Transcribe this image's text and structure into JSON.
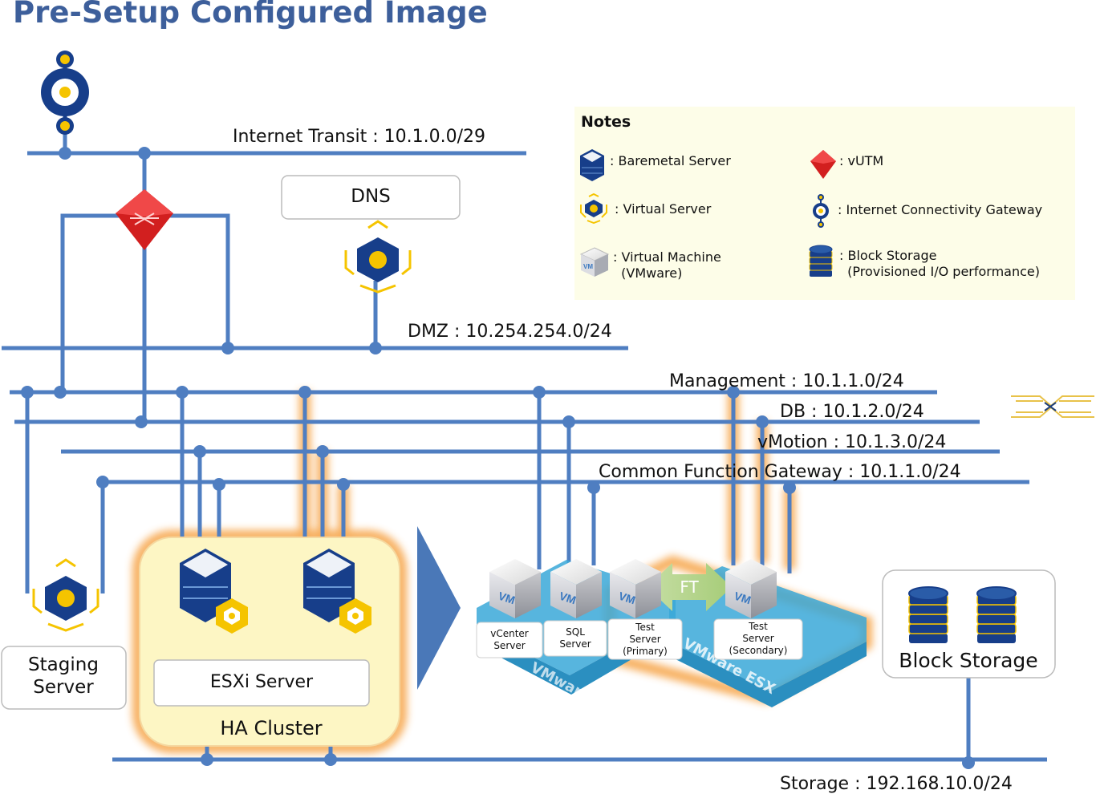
{
  "title": "Pre-Setup Configured Image",
  "networks": {
    "internet_transit": "Internet Transit : 10.1.0.0/29",
    "dmz": "DMZ : 10.254.254.0/24",
    "management": "Management : 10.1.1.0/24",
    "db": "DB : 10.1.2.0/24",
    "vmotion": "vMotion : 10.1.3.0/24",
    "common_function_gateway": "Common Function Gateway : 10.1.1.0/24",
    "storage": "Storage : 192.168.10.0/24"
  },
  "nodes": {
    "dns": "DNS",
    "staging_server": [
      "Staging",
      "Server"
    ],
    "esxi_server": "ESXi Server",
    "ha_cluster": "HA Cluster",
    "block_storage": "Block Storage",
    "ft": "FT",
    "vm_badge": "VM",
    "vmware_esx": "VMware ESX"
  },
  "vms": {
    "vcenter": [
      "vCenter",
      "Server"
    ],
    "sql": [
      "SQL",
      "Server"
    ],
    "test_primary": [
      "Test",
      "Server",
      "(Primary)"
    ],
    "test_secondary": [
      "Test",
      "Server",
      "(Secondary)"
    ]
  },
  "notes": {
    "heading": "Notes",
    "baremetal": ": Baremetal Server",
    "vutm": ": vUTM",
    "virtual_server": ": Virtual Server",
    "icg": ": Internet Connectivity Gateway",
    "virtual_machine": ": Virtual Machine\n  (VMware)",
    "block_storage": ": Block Storage\n  (Provisioned I/O performance)"
  },
  "colors": {
    "network_line": "#4f7ec1",
    "title": "#3d5f9b",
    "vutm": "#e02020",
    "gateway": "#173e8a",
    "accent_yellow": "#f5c400",
    "esx_blue": "#3aa8d8",
    "cluster_fill": "#fdf6c4",
    "glow": "#f4a340"
  }
}
